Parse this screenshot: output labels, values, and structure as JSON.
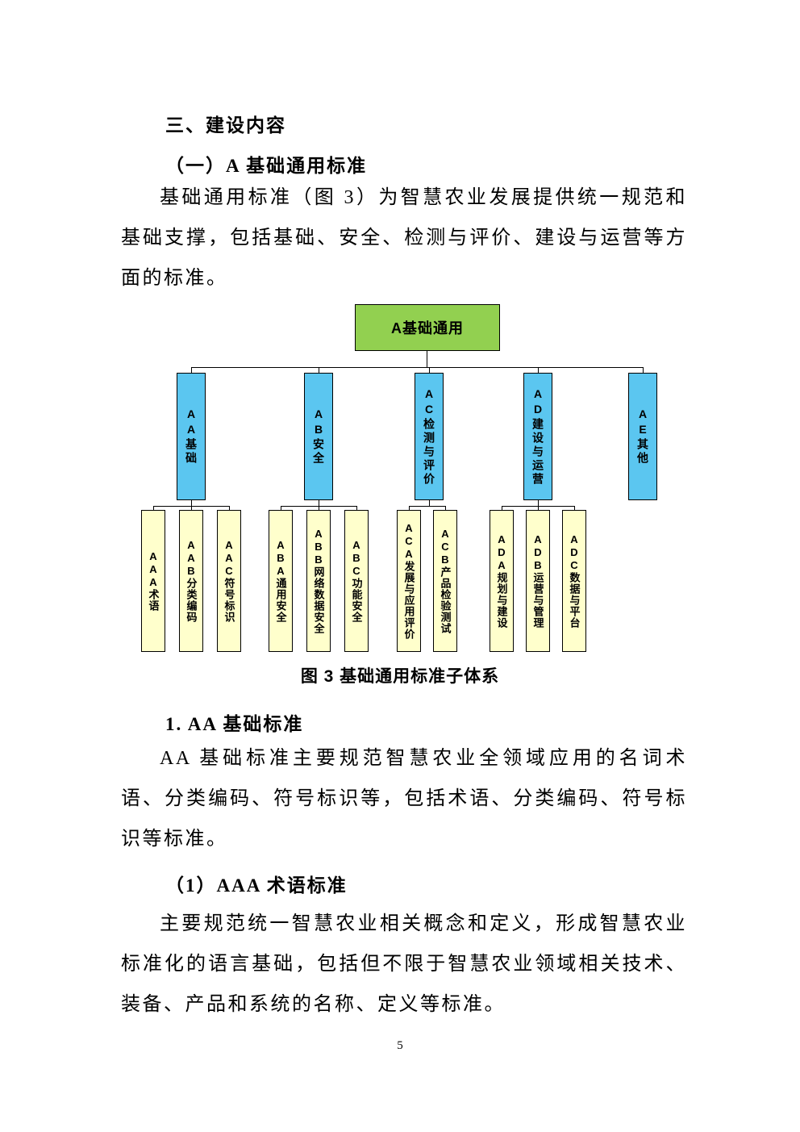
{
  "page": {
    "number": "5"
  },
  "headings": {
    "section": "三、建设内容",
    "subsection": "（一）A 基础通用标准",
    "item": "1. AA 基础标准",
    "subitem": "（1）AAA 术语标准"
  },
  "paragraphs": {
    "p1": "基础通用标准（图 3）为智慧农业发展提供统一规范和基础支撑，包括基础、安全、检测与评价、建设与运营等方面的标准。",
    "p2": "AA 基础标准主要规范智慧农业全领域应用的名词术语、分类编码、符号标识等，包括术语、分类编码、符号标识等标准。",
    "p3": "主要规范统一智慧农业相关概念和定义，形成智慧农业标准化的语言基础，包括但不限于智慧农业领域相关技术、装备、产品和系统的名称、定义等标准。"
  },
  "figure": {
    "caption": "图 3 基础通用标准子体系",
    "root_label": "A基础通用",
    "colors": {
      "root": "#92D050",
      "level2": "#5BC6F0",
      "level3": "#FFFFCC",
      "line": "#000000"
    },
    "branches": [
      {
        "label": "AA基础",
        "children": [
          "AAA术语",
          "AAB分类编码",
          "AAC符号标识"
        ]
      },
      {
        "label": "AB安全",
        "children": [
          "ABA通用安全",
          "ABB网络数据安全",
          "ABC功能安全"
        ]
      },
      {
        "label": "AC检测与评价",
        "children": [
          "ACA发展与应用评价",
          "ACB产品检验测试"
        ]
      },
      {
        "label": "AD建设与运营",
        "children": [
          "ADA规划与建设",
          "ADB运营与管理",
          "ADC数据与平台"
        ]
      },
      {
        "label": "AE其他",
        "children": []
      }
    ]
  }
}
